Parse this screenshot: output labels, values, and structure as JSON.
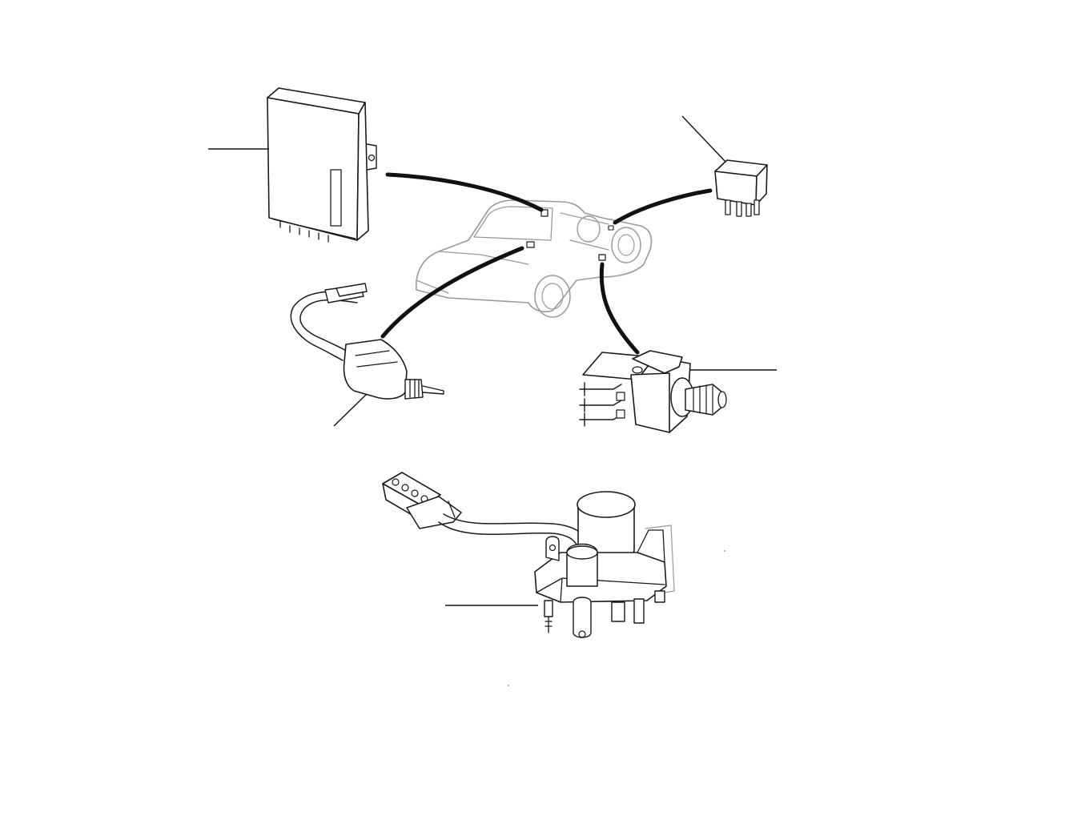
{
  "diagram": {
    "components": [
      {
        "id": "control-unit",
        "icon": "electronic-control-unit-icon"
      },
      {
        "id": "relay",
        "icon": "relay-icon"
      },
      {
        "id": "speed-sensor",
        "icon": "speed-sensor-icon"
      },
      {
        "id": "pressure-switch",
        "icon": "pressure-switch-icon"
      },
      {
        "id": "actuator",
        "icon": "actuator-motor-icon"
      },
      {
        "id": "vehicle",
        "icon": "car-outline-icon"
      }
    ],
    "colors": {
      "ink": "#1a1a1a",
      "faint_ink": "#9a9a9a",
      "background": "#ffffff"
    }
  }
}
